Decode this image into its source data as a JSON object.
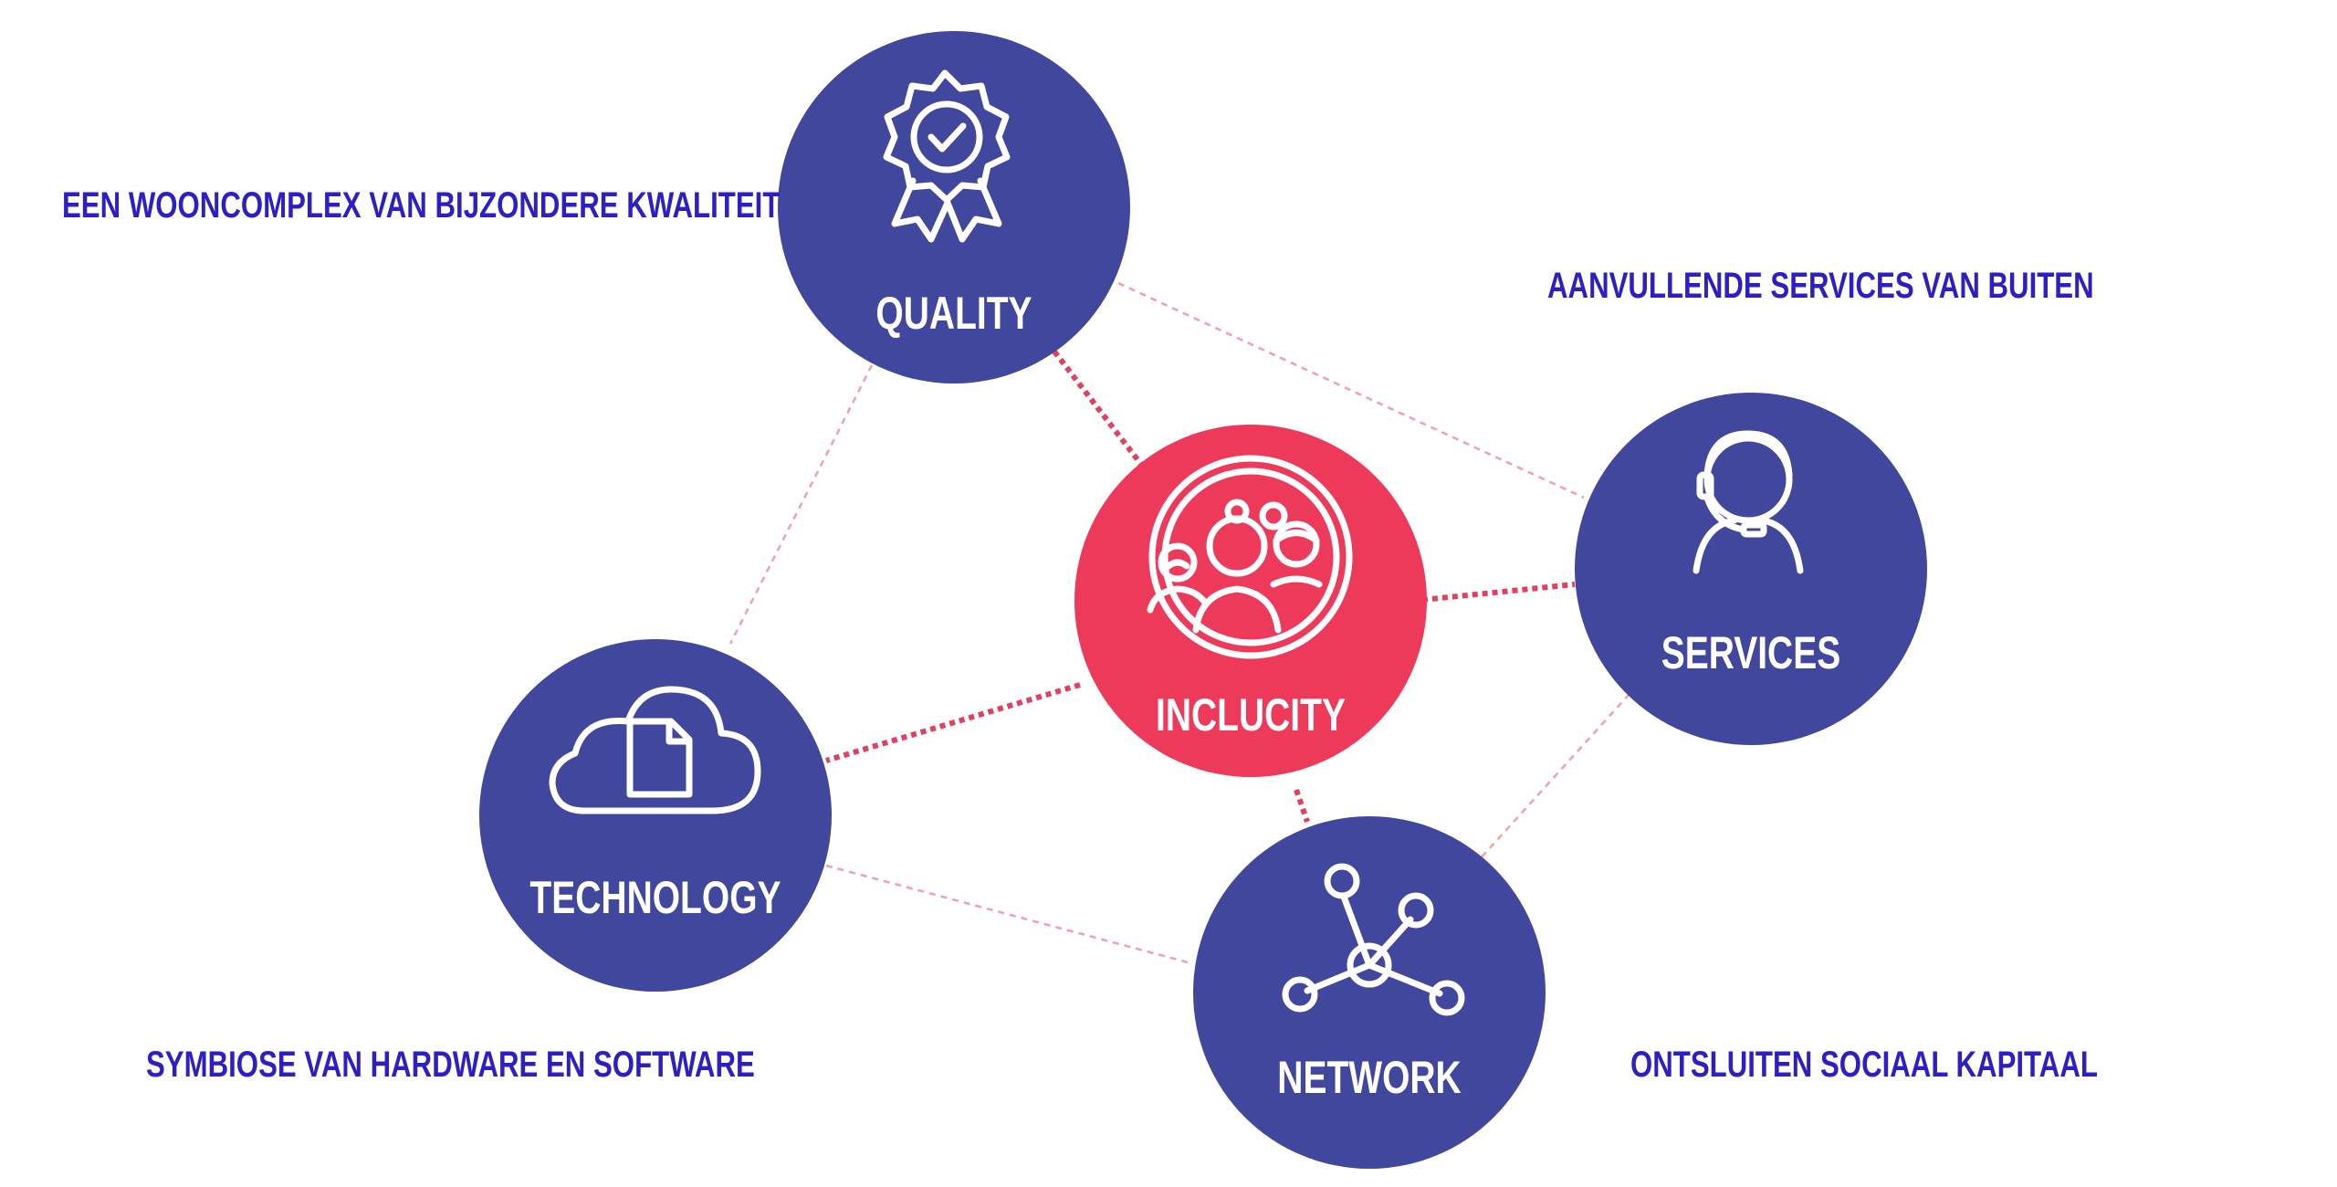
{
  "colors": {
    "node_blue": "#40479c",
    "node_red": "#ee3a5a",
    "caption_text": "#2d1fc4",
    "link_strong": "#e0415f",
    "link_light": "#f2a0ae",
    "icon_stroke": "#ffffff"
  },
  "nodes": {
    "center": {
      "label": "INCLUCITY",
      "icon": "community-icon"
    },
    "quality": {
      "label": "QUALITY",
      "icon": "award-ribbon-icon"
    },
    "services": {
      "label": "SERVICES",
      "icon": "headset-person-icon"
    },
    "technology": {
      "label": "TECHNOLOGY",
      "icon": "cloud-document-icon"
    },
    "network": {
      "label": "NETWORK",
      "icon": "network-nodes-icon"
    }
  },
  "captions": {
    "quality": "EEN WOONCOMPLEX VAN BIJZONDERE KWALITEIT",
    "services": "AANVULLENDE SERVICES VAN BUITEN",
    "technology": "SYMBIOSE VAN HARDWARE EN SOFTWARE",
    "network": "ONTSLUITEN SOCIAAL KAPITAAL"
  }
}
